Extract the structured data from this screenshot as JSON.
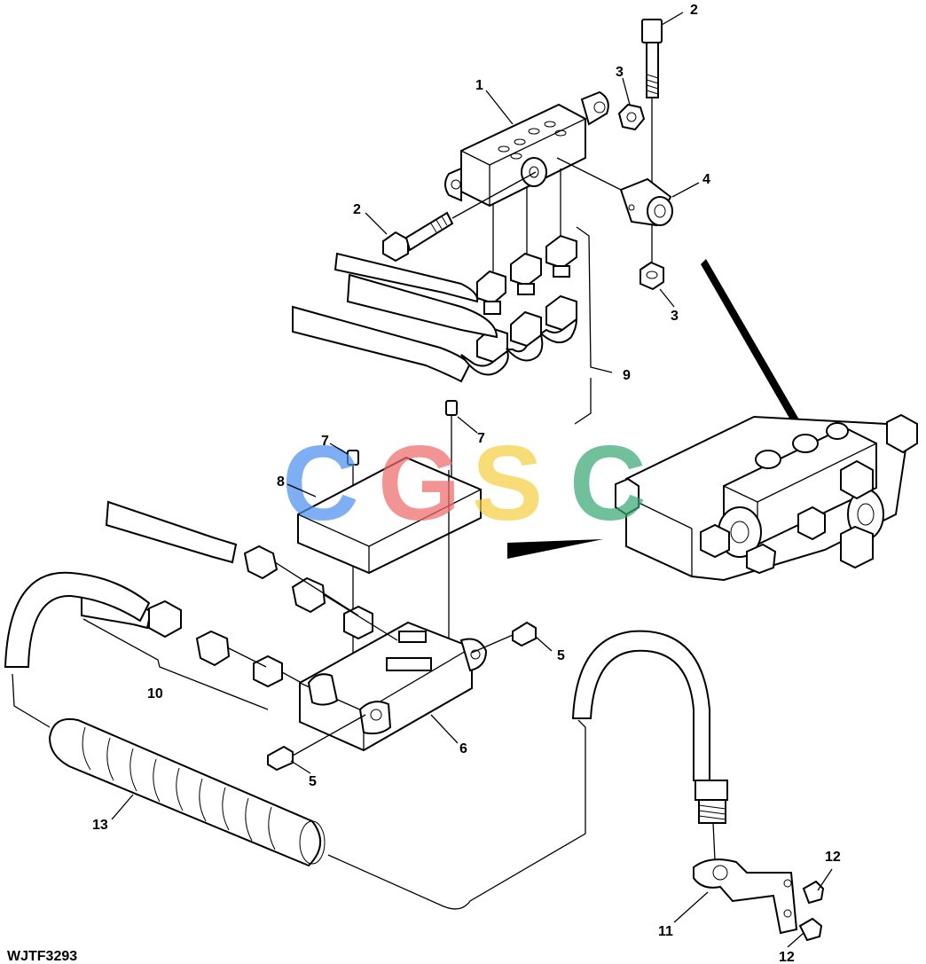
{
  "figure_code": "WJTF3293",
  "callouts": [
    {
      "id": "c1",
      "text": "1"
    },
    {
      "id": "c2a",
      "text": "2"
    },
    {
      "id": "c2b",
      "text": "2"
    },
    {
      "id": "c3a",
      "text": "3"
    },
    {
      "id": "c3b",
      "text": "3"
    },
    {
      "id": "c4",
      "text": "4"
    },
    {
      "id": "c5a",
      "text": "5"
    },
    {
      "id": "c5b",
      "text": "5"
    },
    {
      "id": "c6",
      "text": "6"
    },
    {
      "id": "c7a",
      "text": "7"
    },
    {
      "id": "c7b",
      "text": "7"
    },
    {
      "id": "c8",
      "text": "8"
    },
    {
      "id": "c9",
      "text": "9"
    },
    {
      "id": "c10",
      "text": "10"
    },
    {
      "id": "c11",
      "text": "11"
    },
    {
      "id": "c12a",
      "text": "12"
    },
    {
      "id": "c12b",
      "text": "12"
    },
    {
      "id": "c13",
      "text": "13"
    }
  ],
  "watermark": {
    "letters": [
      "C",
      "G",
      "S",
      "C"
    ],
    "colors": [
      "#4d8ff0",
      "#ee6b6b",
      "#f5cf45",
      "#3aa877"
    ]
  }
}
